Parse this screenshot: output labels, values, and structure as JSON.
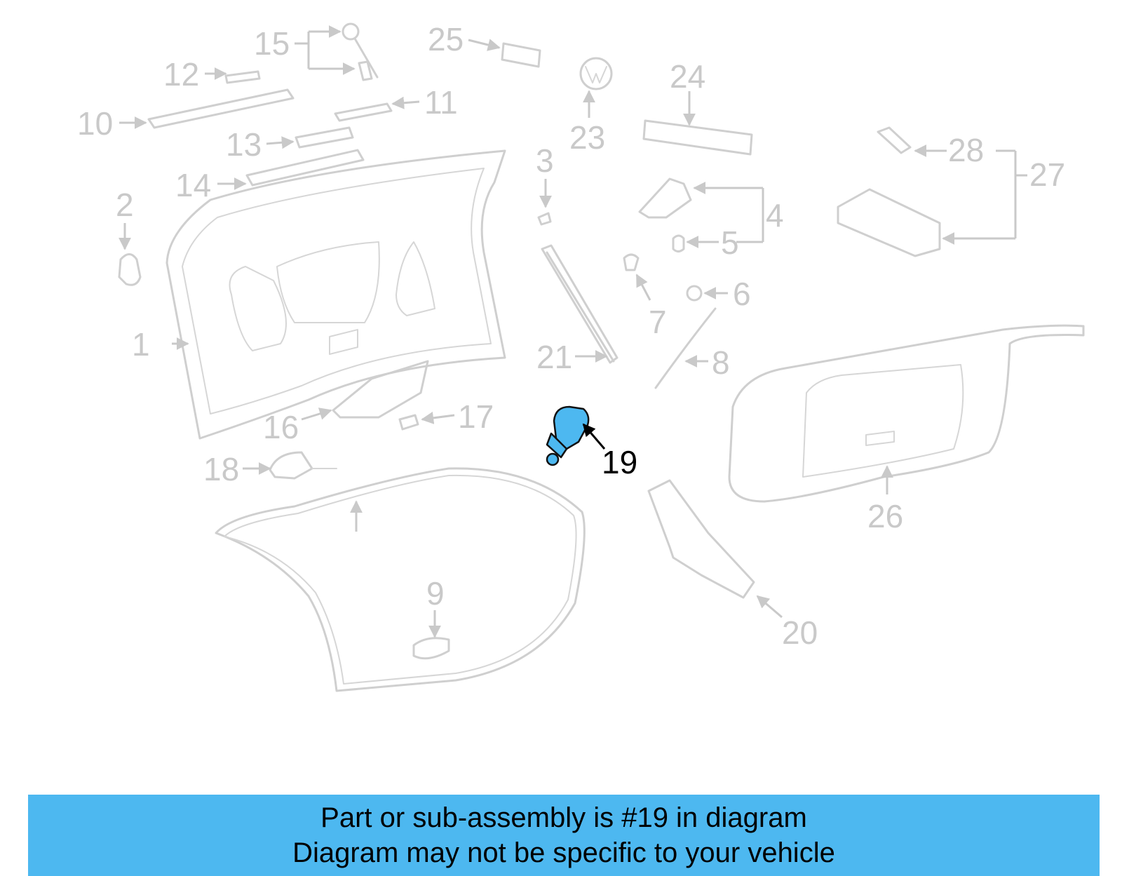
{
  "diagram": {
    "highlight_color": "#4db8f0",
    "highlighted_part": "19",
    "callouts": [
      "1",
      "2",
      "3",
      "4",
      "5",
      "6",
      "7",
      "8",
      "9",
      "10",
      "11",
      "12",
      "13",
      "14",
      "15",
      "16",
      "17",
      "18",
      "19",
      "20",
      "21",
      "23",
      "24",
      "25",
      "26",
      "27",
      "28"
    ]
  },
  "banner": {
    "line1": "Part or sub-assembly is #19 in diagram",
    "line2": "Diagram may not be specific to your vehicle"
  }
}
